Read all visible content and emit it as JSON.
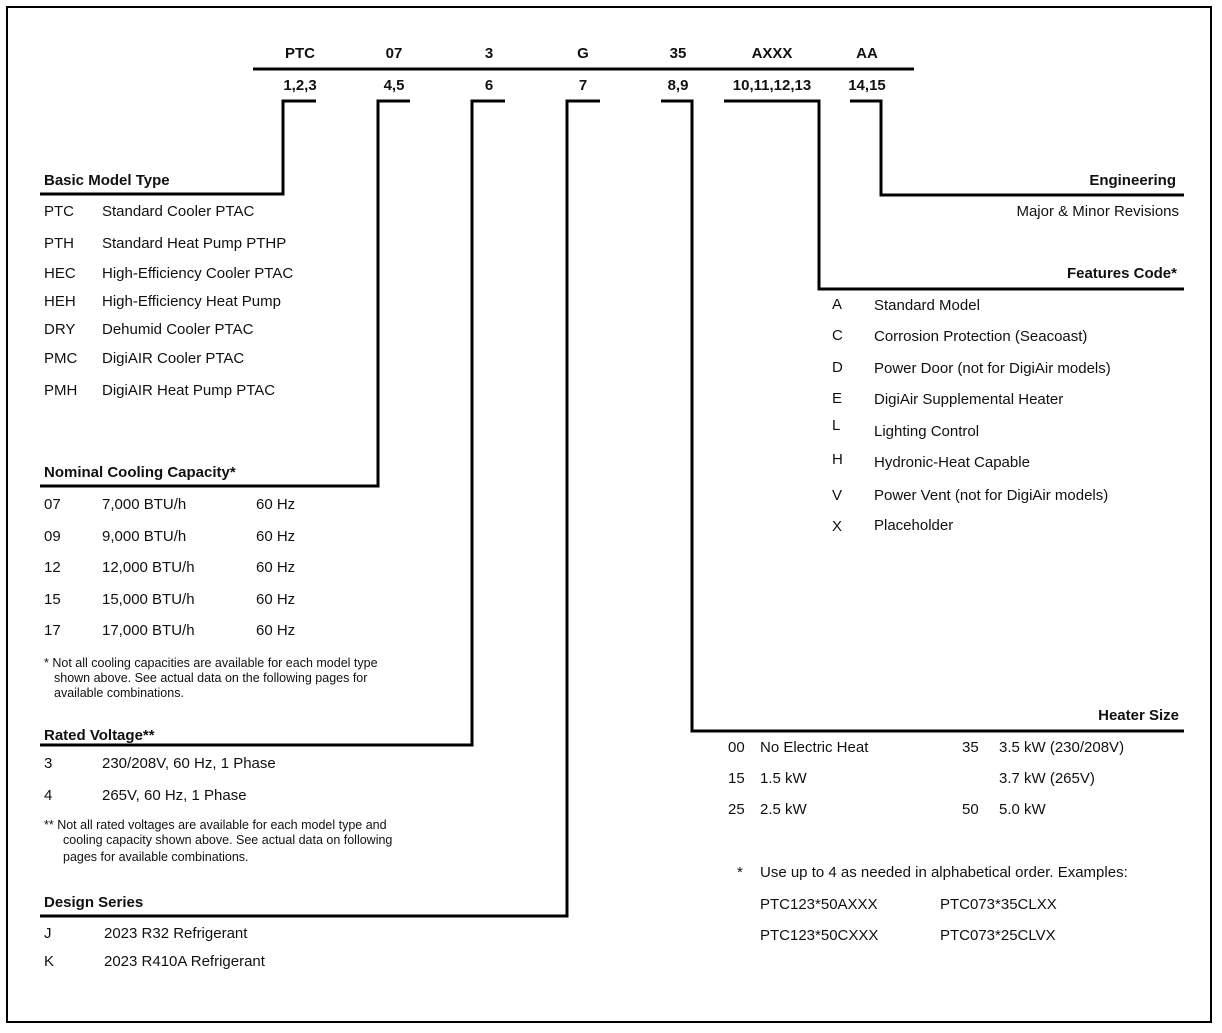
{
  "model_code": {
    "segments": [
      {
        "code": "PTC",
        "positions": "1,2,3"
      },
      {
        "code": "07",
        "positions": "4,5"
      },
      {
        "code": "3",
        "positions": "6"
      },
      {
        "code": "G",
        "positions": "7"
      },
      {
        "code": "35",
        "positions": "8,9"
      },
      {
        "code": "AXXX",
        "positions": "10,11,12,13"
      },
      {
        "code": "AA",
        "positions": "14,15"
      }
    ]
  },
  "basic_model": {
    "title": "Basic Model Type",
    "rows": [
      {
        "code": "PTC",
        "desc": "Standard Cooler PTAC"
      },
      {
        "code": "PTH",
        "desc": "Standard Heat Pump PTHP"
      },
      {
        "code": "HEC",
        "desc": "High-Efficiency Cooler PTAC"
      },
      {
        "code": "HEH",
        "desc": "High-Efficiency Heat Pump"
      },
      {
        "code": "DRY",
        "desc": "Dehumid Cooler PTAC"
      },
      {
        "code": "PMC",
        "desc": "DigiAIR Cooler PTAC"
      },
      {
        "code": "PMH",
        "desc": "DigiAIR Heat Pump PTAC"
      }
    ]
  },
  "cooling": {
    "title": "Nominal Cooling Capacity*",
    "rows": [
      {
        "code": "07",
        "btu": "7,000 BTU/h",
        "hz": "60 Hz"
      },
      {
        "code": "09",
        "btu": "9,000 BTU/h",
        "hz": "60 Hz"
      },
      {
        "code": "12",
        "btu": "12,000 BTU/h",
        "hz": "60 Hz"
      },
      {
        "code": "15",
        "btu": "15,000 BTU/h",
        "hz": "60 Hz"
      },
      {
        "code": "17",
        "btu": "17,000 BTU/h",
        "hz": "60 Hz"
      }
    ],
    "note": [
      "* Not all cooling capacities are available for each model type",
      "shown above. See actual data on the following pages for",
      "available combinations."
    ]
  },
  "voltage": {
    "title": "Rated Voltage**",
    "rows": [
      {
        "code": "3",
        "desc": "230/208V, 60 Hz, 1 Phase"
      },
      {
        "code": "4",
        "desc": "265V,  60 Hz, 1 Phase"
      }
    ],
    "note": [
      "** Not all rated voltages are available for each model type and",
      "cooling capacity shown above. See actual data on following",
      "pages for available combinations."
    ]
  },
  "design": {
    "title": "Design Series",
    "rows": [
      {
        "code": "J",
        "desc": "2023 R32 Refrigerant"
      },
      {
        "code": "K",
        "desc": "2023 R410A Refrigerant"
      }
    ]
  },
  "engineering": {
    "title": "Engineering",
    "desc": "Major & Minor Revisions"
  },
  "features": {
    "title": "Features Code*",
    "rows": [
      {
        "code": "A",
        "desc": "Standard Model"
      },
      {
        "code": "C",
        "desc": "Corrosion Protection (Seacoast)"
      },
      {
        "code": "D",
        "desc": "Power Door (not for DigiAir models)"
      },
      {
        "code": "E",
        "desc": "DigiAir Supplemental Heater"
      },
      {
        "code": "L",
        "desc": "Lighting Control"
      },
      {
        "code": "H",
        "desc": "Hydronic-Heat   Capable"
      },
      {
        "code": "V",
        "desc": "Power Vent (not for DigiAir models)"
      },
      {
        "code": "X",
        "desc": "Placeholder"
      }
    ]
  },
  "heater": {
    "title": "Heater Size",
    "left": [
      {
        "code": "00",
        "desc": "No Electric Heat"
      },
      {
        "code": "15",
        "desc": "1.5 kW"
      },
      {
        "code": "25",
        "desc": "2.5 kW"
      }
    ],
    "right": [
      {
        "code": "35",
        "desc": "3.5 kW (230/208V)"
      },
      {
        "code": "",
        "desc": "3.7 kW (265V)"
      },
      {
        "code": "50",
        "desc": "5.0 kW"
      }
    ]
  },
  "footnote": {
    "star": "*",
    "text": "Use up to 4 as needed in alphabetical order. Examples:",
    "examples": [
      "PTC123*50AXXX",
      "PTC073*35CLXX",
      "PTC123*50CXXX",
      "PTC073*25CLVX"
    ]
  }
}
